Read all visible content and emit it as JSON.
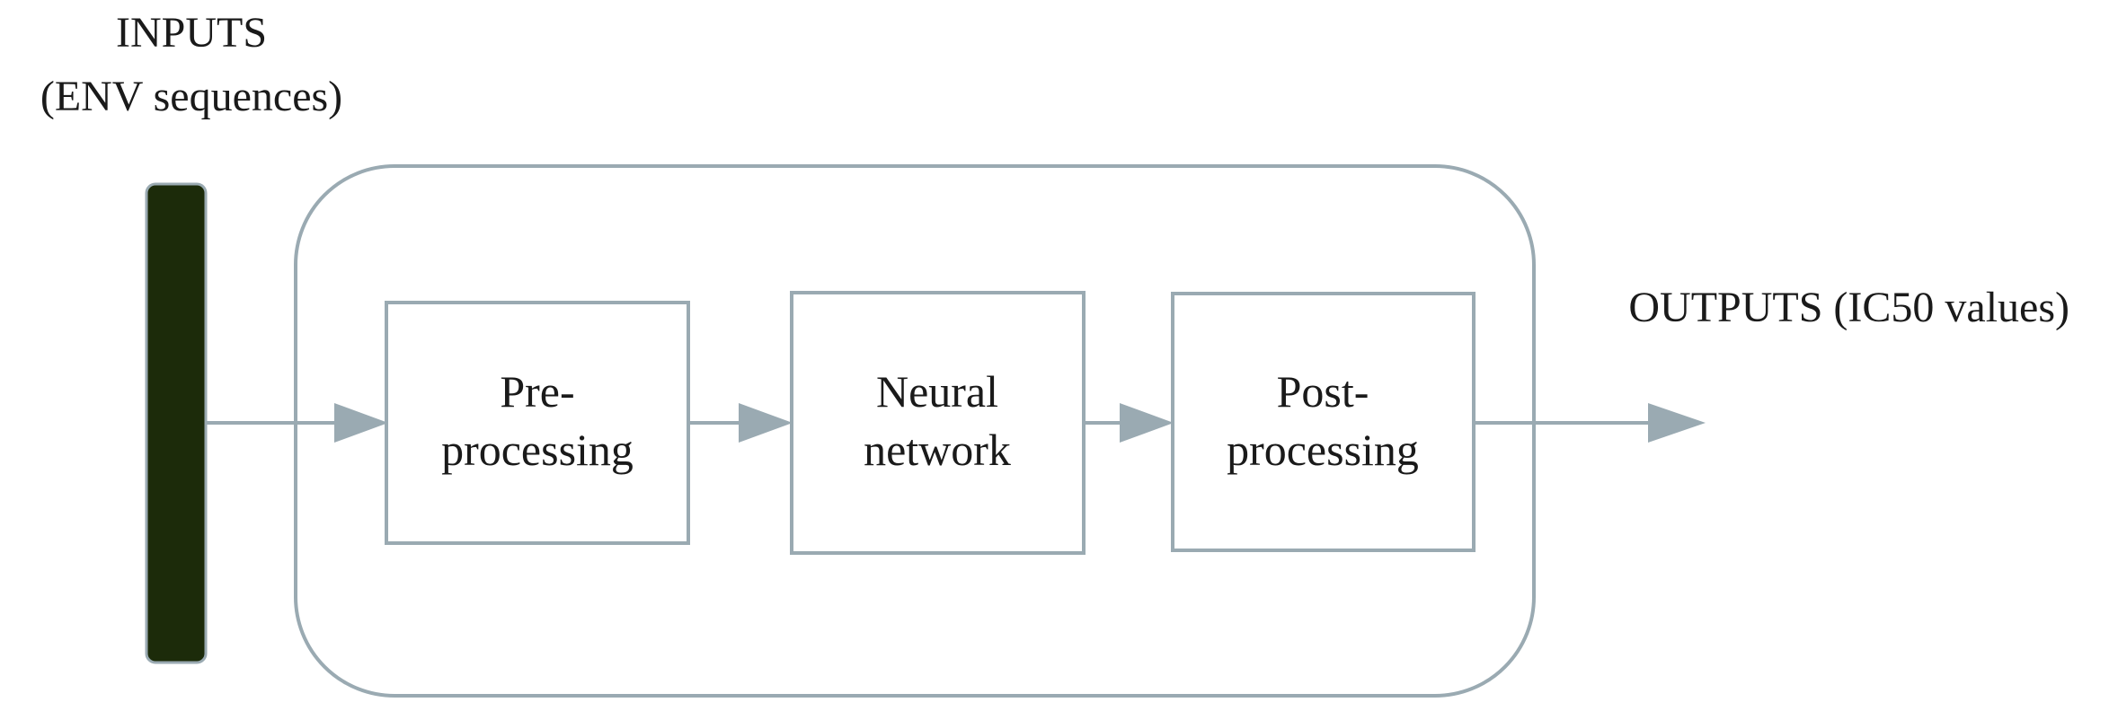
{
  "inputs": {
    "line1": "INPUTS",
    "line2": "(ENV sequences)"
  },
  "outputs": {
    "label": "OUTPUTS (IC50 values)"
  },
  "stages": {
    "preprocessing": {
      "line1": "Pre-",
      "line2": "processing"
    },
    "neural_network": {
      "line1": "Neural",
      "line2": "network"
    },
    "postprocessing": {
      "line1": "Post-",
      "line2": "processing"
    }
  },
  "colors": {
    "stroke": "#9aaab2",
    "input_bar": "#1c2b0a",
    "text": "#1a1a1a"
  }
}
